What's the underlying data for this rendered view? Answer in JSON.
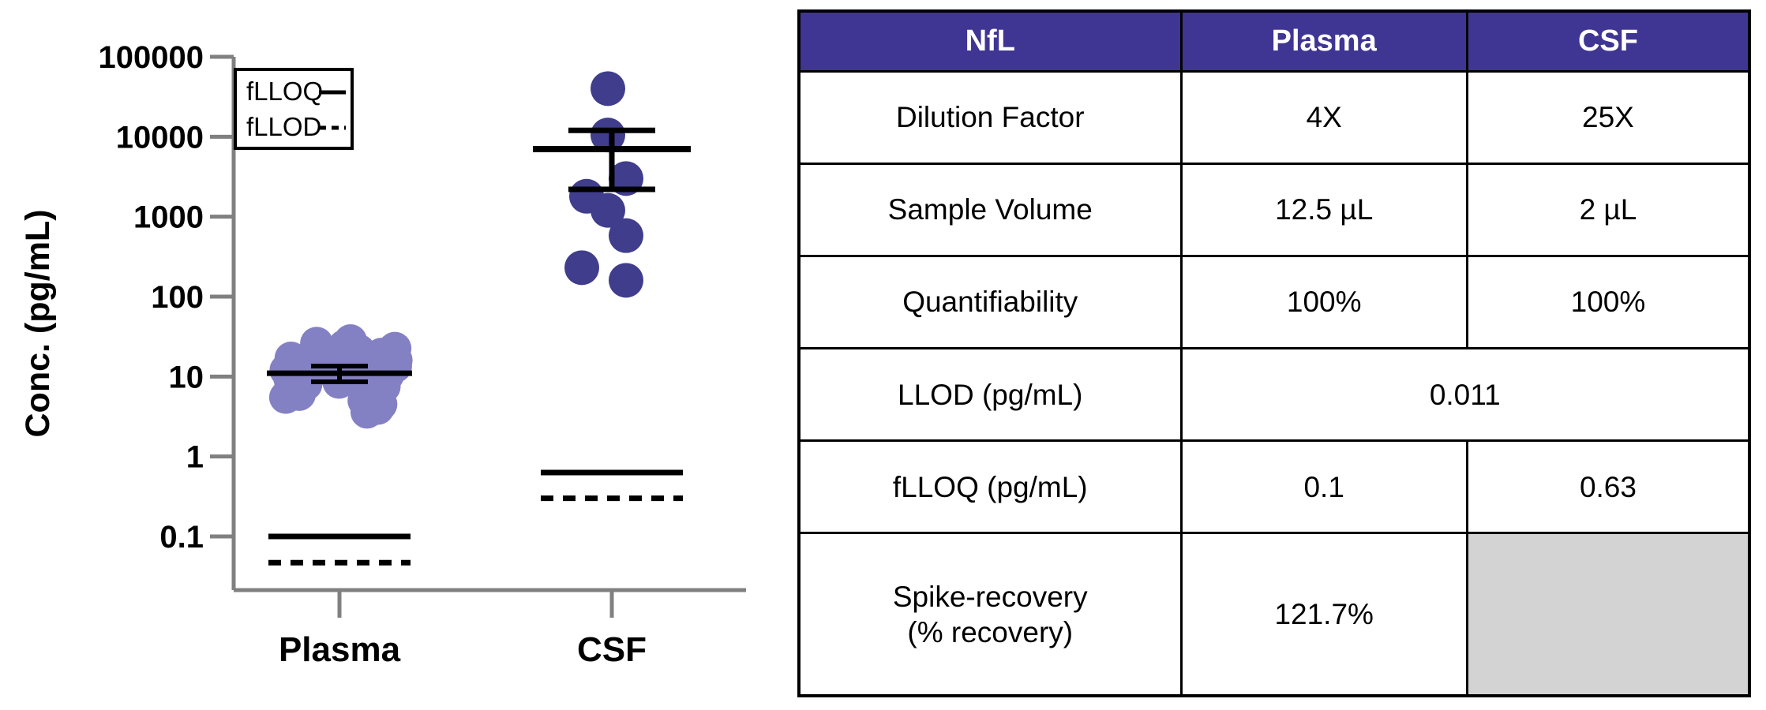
{
  "chart_data": {
    "type": "scatter",
    "title": "",
    "xlabel": "",
    "ylabel": "Conc. (pg/mL)",
    "ylim": [
      0.03,
      100000
    ],
    "y_scale": "log",
    "grid": false,
    "yticks": [
      "100000",
      "10000",
      "1000",
      "100",
      "10",
      "1",
      "0.1"
    ],
    "ytick_values": [
      100000,
      10000,
      1000,
      100,
      10,
      1,
      0.1
    ],
    "categories": [
      "Plasma",
      "CSF"
    ],
    "legend": {
      "position": "top-left",
      "entries": [
        {
          "label": "fLLOQ",
          "style": "solid"
        },
        {
          "label": "fLLOD",
          "style": "dashed"
        }
      ]
    },
    "series": [
      {
        "name": "Plasma",
        "color": "#8480c4",
        "mean": 11.0,
        "sd_low": 8.6,
        "sd_high": 13.5,
        "fLLOQ": 0.1,
        "fLLOD": 0.047,
        "values": [
          28.0,
          26.0,
          24.0,
          22.5,
          21.0,
          20.0,
          19.0,
          18.0,
          17.0,
          16.0,
          15.0,
          14.0,
          13.5,
          13.0,
          12.5,
          12.0,
          11.5,
          11.0,
          10.5,
          10.0,
          10.0,
          9.5,
          9.0,
          8.5,
          8.0,
          7.5,
          7.0,
          6.5,
          6.0,
          5.5,
          5.0,
          4.8,
          4.5,
          4.2,
          4.0,
          3.6
        ]
      },
      {
        "name": "CSF",
        "color": "#3f3d8c",
        "mean": 7000,
        "sd_low": 2200,
        "sd_high": 12000,
        "fLLOQ": 0.63,
        "fLLOD": 0.3,
        "values": [
          40000,
          10500,
          3000,
          1800,
          1200,
          580,
          230,
          160
        ]
      }
    ]
  },
  "table": {
    "headers": [
      "NfL",
      "Plasma",
      "CSF"
    ],
    "rows": [
      {
        "label": "Dilution Factor",
        "plasma": "4X",
        "csf": "25X",
        "span": false,
        "shaded": false
      },
      {
        "label": "Sample Volume",
        "plasma": "12.5 µL",
        "csf": "2 µL",
        "span": false,
        "shaded": false
      },
      {
        "label": "Quantifiability",
        "plasma": "100%",
        "csf": "100%",
        "span": false,
        "shaded": false
      },
      {
        "label": "LLOD (pg/mL)",
        "plasma": "0.011",
        "csf": "",
        "span": true,
        "shaded": false
      },
      {
        "label": "fLLOQ (pg/mL)",
        "plasma": "0.1",
        "csf": "0.63",
        "span": false,
        "shaded": false
      },
      {
        "label": "Spike-recovery (% recovery)",
        "label_line1": "Spike-recovery",
        "label_line2": "(% recovery)",
        "plasma": "121.7%",
        "csf": "",
        "span": false,
        "shaded": true
      }
    ]
  },
  "colors": {
    "header_purple": "#3f3593",
    "plasma_marker": "#8480c4",
    "csf_marker": "#3f3d8c",
    "shaded_cell": "#d3d3d3",
    "axis_gray": "#808080"
  }
}
